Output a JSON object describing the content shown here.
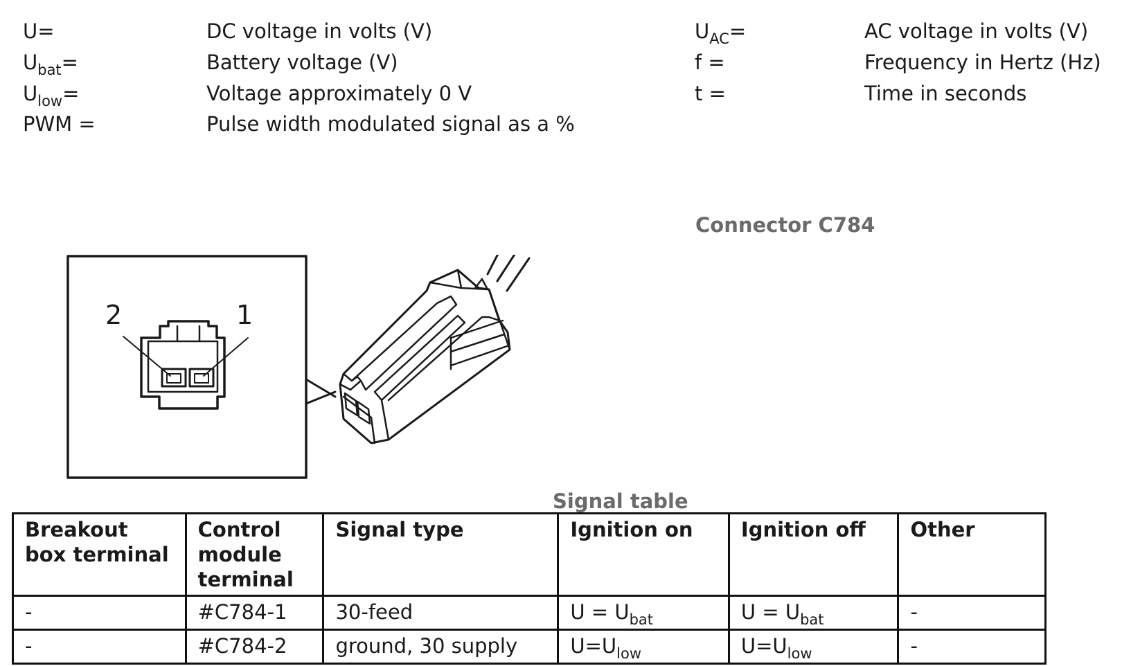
{
  "legend_left": [
    {
      "sym": "U=",
      "sub": "",
      "suffix": "",
      "desc": "DC voltage in volts (V)"
    },
    {
      "sym": "U",
      "sub": "bat",
      "suffix": "=",
      "desc": "Battery voltage (V)"
    },
    {
      "sym": "U",
      "sub": "low",
      "suffix": "=",
      "desc": "Voltage approximately 0 V"
    },
    {
      "sym": "PWM =",
      "sub": "",
      "suffix": "",
      "desc": "Pulse width modulated signal as a %"
    }
  ],
  "legend_right": [
    {
      "sym": "U",
      "sub": "AC",
      "suffix": "=",
      "desc": "AC voltage in volts (V)"
    },
    {
      "sym": "f =",
      "sub": "",
      "suffix": "",
      "desc": "Frequency in Hertz (Hz)"
    },
    {
      "sym": "t =",
      "sub": "",
      "suffix": "",
      "desc": "Time in seconds"
    }
  ],
  "connector_title": "Connector C784",
  "diagram": {
    "pin_label_left": "2",
    "pin_label_right": "1"
  },
  "signal_table": {
    "title": "Signal table",
    "headers": [
      "Breakout box terminal",
      "Control module terminal",
      "Signal type",
      "Ignition on",
      "Ignition off",
      "Other"
    ],
    "rows": [
      {
        "breakout": "-",
        "terminal": "#C784-1",
        "signal": "30-feed",
        "ign_on": "U = U",
        "ign_on_sub": "bat",
        "ign_off": "U = U",
        "ign_off_sub": "bat",
        "other": "-"
      },
      {
        "breakout": "-",
        "terminal": "#C784-2",
        "signal": "ground, 30 supply",
        "ign_on": "U=U",
        "ign_on_sub": "low",
        "ign_off": "U=U",
        "ign_off_sub": "low",
        "other": "-"
      }
    ]
  }
}
